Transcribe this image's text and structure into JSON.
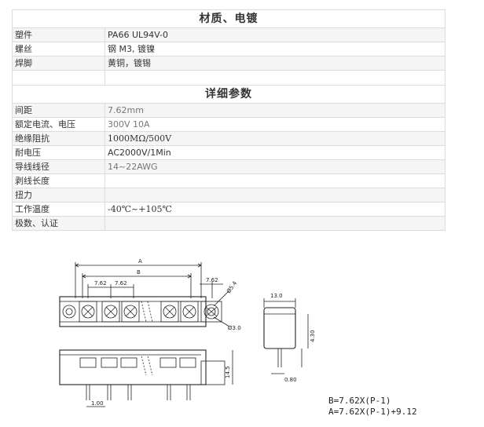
{
  "materials": {
    "title": "材质、电镀",
    "rows": [
      {
        "k": "塑件",
        "v": "PA66 UL94V-0"
      },
      {
        "k": "螺丝",
        "v": "钢 M3, 镀镍"
      },
      {
        "k": "焊脚",
        "v": "黄铜，镀锡"
      },
      {
        "k": "",
        "v": ""
      }
    ]
  },
  "params": {
    "title": "详细参数",
    "rows": [
      {
        "k": "间距",
        "v": "7.62mm"
      },
      {
        "k": "额定电流、电压",
        "v": "300V  10A"
      },
      {
        "k": "绝缘阻抗",
        "v": "1000MΩ/500V"
      },
      {
        "k": "耐电压",
        "v": "AC2000V/1Min"
      },
      {
        "k": "导线线径",
        "v": "14~22AWG"
      },
      {
        "k": "剥线长度",
        "v": ""
      },
      {
        "k": "扭力",
        "v": ""
      },
      {
        "k": "工作温度",
        "v": "-40℃~+105℃"
      },
      {
        "k": "极数、认证",
        "v": ""
      }
    ]
  },
  "drawing": {
    "dim_a": "A",
    "dim_b": "B",
    "pitch1": "7.62",
    "pitch2": "7.62",
    "pitch3": "7.62",
    "hole_big": "Ø5.4",
    "hole_small": "Ø3.0",
    "width": "13.0",
    "side_height": "4.30",
    "pin_width": "0.80",
    "body_height": "14.5",
    "pin_size": "1.00",
    "formula_b": "B=7.62X(P-1)",
    "formula_a": "A=7.62X(P-1)+9.12"
  }
}
